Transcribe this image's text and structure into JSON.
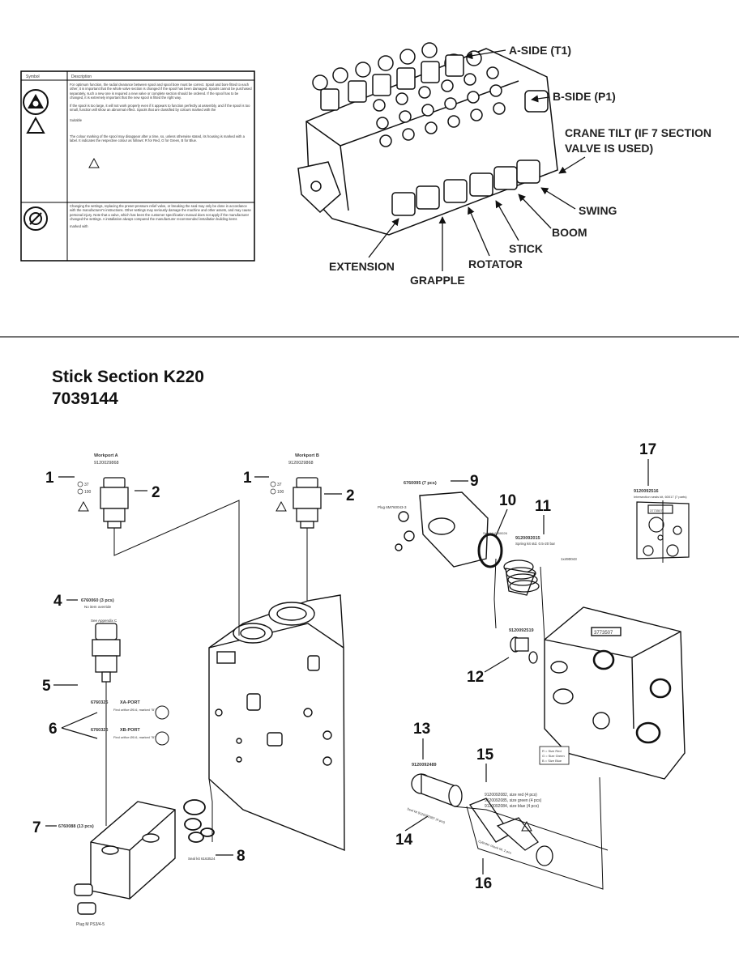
{
  "header": {
    "title": "Stick Section K220",
    "part_number": "7039144"
  },
  "symbol_table": {
    "col_symbol": "Symbol",
    "col_description": "Description",
    "row1_text": "For optimum function, the radial clearance between spool and spool bore must be correct. Spool and bore fitted to each other; it is important that the whole valve section is changed if the spool has been damaged. Spools cannot be purchased separately, such a new one is required a new valve or complete section should be ordered. If the spool has to be changed, it is extremely important that the new spool is fitted the right way.",
    "row1_text2": "If the spool is too large, it will not work properly even if it appears to function perfectly at assembly, and if the spool is too small, function will show an abnormal effect. Spools that are classified by colours marked with the",
    "row1_sym_label": "Suitable",
    "row1_text3": "The colour marking of the spool may disappear after a time, so, unless otherwise stated, its housing is marked with a label. It indicates the respective colour as follows: R for Red, G for Green, B for Blue.",
    "row2_text": "Changing the settings, replacing the preset pressure relief valve, or breaking the seal may only be done in accordance with the manufacturer's instructions. Other settings may seriously damage the machine and other assets, and may cause personal injury. Note that a valve, which has been the customer specification manual does not apply if the manufacturer changed the settings. A installation always compared the manufacturer recommended installation building items",
    "row2_text2": "marked with"
  },
  "overview_labels": {
    "a_side": "A-SIDE (T1)",
    "b_side": "B-SIDE (P1)",
    "crane_tilt_1": "CRANE TILT (IF 7 SECTION",
    "crane_tilt_2": "VALVE IS USED)",
    "swing": "SWING",
    "boom": "BOOM",
    "stick": "STICK",
    "rotator": "ROTATOR",
    "extension": "EXTENSION",
    "grapple": "GRAPPLE"
  },
  "callouts": [
    {
      "id": "c1a",
      "text": "1"
    },
    {
      "id": "c2a",
      "text": "2"
    },
    {
      "id": "c1b",
      "text": "1"
    },
    {
      "id": "c2b",
      "text": "2"
    },
    {
      "id": "c3",
      "text": "4"
    },
    {
      "id": "c5",
      "text": "5"
    },
    {
      "id": "c6",
      "text": "6"
    },
    {
      "id": "c7",
      "text": "7"
    },
    {
      "id": "c8",
      "text": "8"
    },
    {
      "id": "c9",
      "text": "9"
    },
    {
      "id": "c10",
      "text": "10"
    },
    {
      "id": "c11",
      "text": "11"
    },
    {
      "id": "c12",
      "text": "12"
    },
    {
      "id": "c13",
      "text": "13"
    },
    {
      "id": "c14",
      "text": "14"
    },
    {
      "id": "c15",
      "text": "15"
    },
    {
      "id": "c16",
      "text": "16"
    },
    {
      "id": "c17",
      "text": "17"
    }
  ],
  "parts": {
    "workport_a": "Workport A",
    "workport_a_pn": "9120029868",
    "workport_b": "Workport B",
    "workport_b_pn": "9120029868",
    "tq_a1": "37",
    "tq_a2": "100",
    "p4_pn": "6760060 (3 pcs)",
    "p4_note": "No item override",
    "p4_sub": "See Appendix C",
    "p6_pn1": "6760326",
    "p6_port1": "XA-PORT",
    "p6_pn2": "6760326",
    "p6_port2": "XB-PORT",
    "p6_note": "Find orifice Ø0.6, marked \"B\"",
    "p7_pn": "6760088 (13 pcs)",
    "plug": "Plug M PS3/4-5",
    "p8_note": "Seal kit 6163524",
    "p9_pn": "6760095 (7 pcs)",
    "plug2": "Plug 6M760043-3",
    "p10_note": "Seal kit 6760026",
    "p11_pn": "9120092015",
    "p11_note": "Spring kit std. 0.5-20 bar",
    "p11_sub": "1x490043",
    "p12_pn": "9120092519",
    "p13_pn": "9120092489",
    "p14_note": "Seal kit 9120092987 (4 pcs)",
    "p15_pn1": "9120092082, size red (4 pcs)",
    "p15_pn2": "9120092085, size green (4 pcs)",
    "p15_pn3": "9120092084, size blue (4 pcs)",
    "p16_note": "Cylinder check kit, 2 pcs",
    "p17_pn": "9120092516",
    "p17_note": "Intersection seals kit, 60017 (7 parts)",
    "colour_key1": "R = Size Red",
    "colour_key2": "G = Size Green",
    "colour_key3": "B = Size Blue",
    "block_mark": "3773507"
  }
}
